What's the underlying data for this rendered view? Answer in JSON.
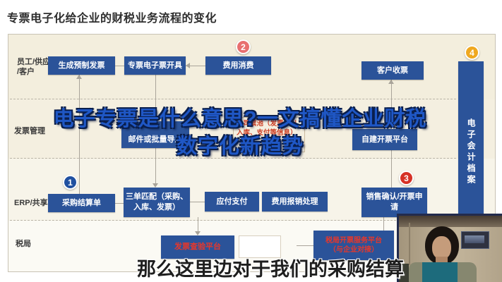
{
  "page": {
    "title": "专票电子化给企业的财税业务流程的变化"
  },
  "overlay_title": {
    "line1": "电子专票是什么意思?一文搞懂企业财税",
    "line2": "数字化新趋势"
  },
  "caption": "那么这里边对于我们的采购结算",
  "diagram": {
    "row_labels": {
      "row1_line1": "员工/供应商",
      "row1_line2": "/客户",
      "row2": "发票管理",
      "row3": "ERP/共享",
      "row4": "税局"
    },
    "badges": {
      "b1": "1",
      "b2": "2",
      "b3": "3",
      "b4": "4"
    },
    "boxes": {
      "gen_invoice": "生成预制发票",
      "issue": "专票电子票开具",
      "expense": "费用消费",
      "customer": "客户收票",
      "archive": "电子会计档案",
      "mail_import": "邮件或批量导入",
      "pool_note": "公司票池（发票、出入库、支付等信息）",
      "self_platform": "自建开票平台",
      "purchase": "采购结算单",
      "match": "三单匹配（采购、入库、发票）",
      "payable": "应付支付",
      "reimburse": "费用报销处理",
      "sales": "销售确认/开票申请",
      "tax_verify": "发票查验平台",
      "tax_service_l1": "税局开票服务平台",
      "tax_service_l2": "（与企业对接）"
    }
  },
  "colors": {
    "box_blue": "#2b5399",
    "badge_blue": "#2050a0",
    "badge_pink": "#e86f6f",
    "badge_red": "#d63226",
    "badge_yellow": "#efa820",
    "panel_cream": "#f3eedd",
    "red_text": "#cc3b20",
    "overlay_blue": "#1f57c5"
  }
}
